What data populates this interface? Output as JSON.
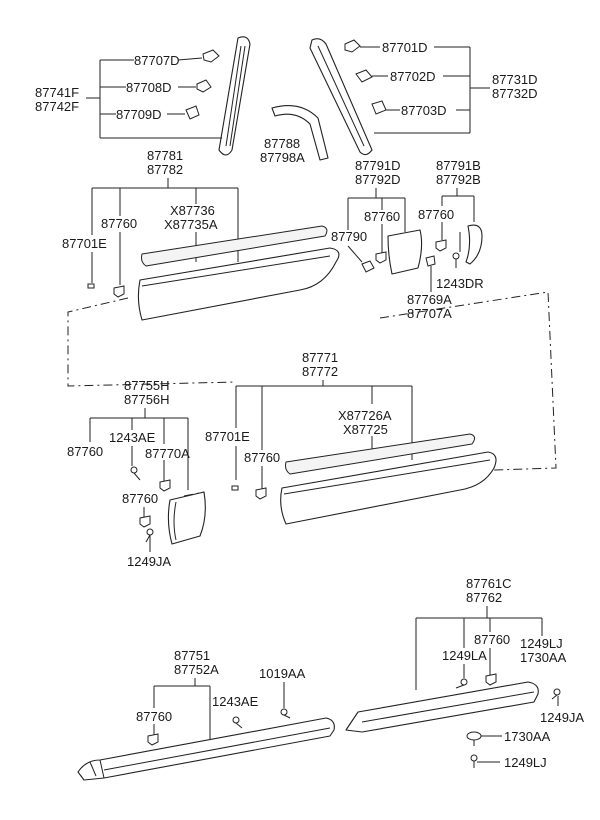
{
  "labels": {
    "l87707D": "87707D",
    "l87708D": "87708D",
    "l87709D": "87709D",
    "l87741F": "87741F",
    "l87742F": "87742F",
    "l87788": "87788",
    "l87798A": "87798A",
    "l87701D": "87701D",
    "l87702D": "87702D",
    "l87703D": "87703D",
    "l87731D": "87731D",
    "l87732D": "87732D",
    "l87781": "87781",
    "l87782": "87782",
    "l87760a": "87760",
    "l87701Ea": "87701E",
    "lX87736": "X87736",
    "lX87735A": "X87735A",
    "l87791D": "87791D",
    "l87792D": "87792D",
    "l87760b": "87760",
    "l87790": "87790",
    "l87791B": "87791B",
    "l87792B": "87792B",
    "l87760c": "87760",
    "l1243DR": "1243DR",
    "l87769A": "87769A",
    "l87707A": "87707A",
    "l87755H": "87755H",
    "l87756H": "87756H",
    "l87760d": "87760",
    "l1243AEa": "1243AE",
    "l87770A": "87770A",
    "l87760e": "87760",
    "l1249JAa": "1249JA",
    "l87771": "87771",
    "l87772": "87772",
    "l87701Eb": "87701E",
    "l87760f": "87760",
    "lX87726A": "X87726A",
    "lX87725": "X87725",
    "l87751": "87751",
    "l87752A": "87752A",
    "l1019AA": "1019AA",
    "l87760g": "87760",
    "l1243AEb": "1243AE",
    "l87761C": "87761C",
    "l87762": "87762",
    "l87760h": "87760",
    "l1249LJa": "1249LJ",
    "l1730AAa": "1730AA",
    "l1249LA": "1249LA",
    "l1249JAb": "1249JA",
    "l1730AAb": "1730AA",
    "l1249LJb": "1249LJ"
  }
}
